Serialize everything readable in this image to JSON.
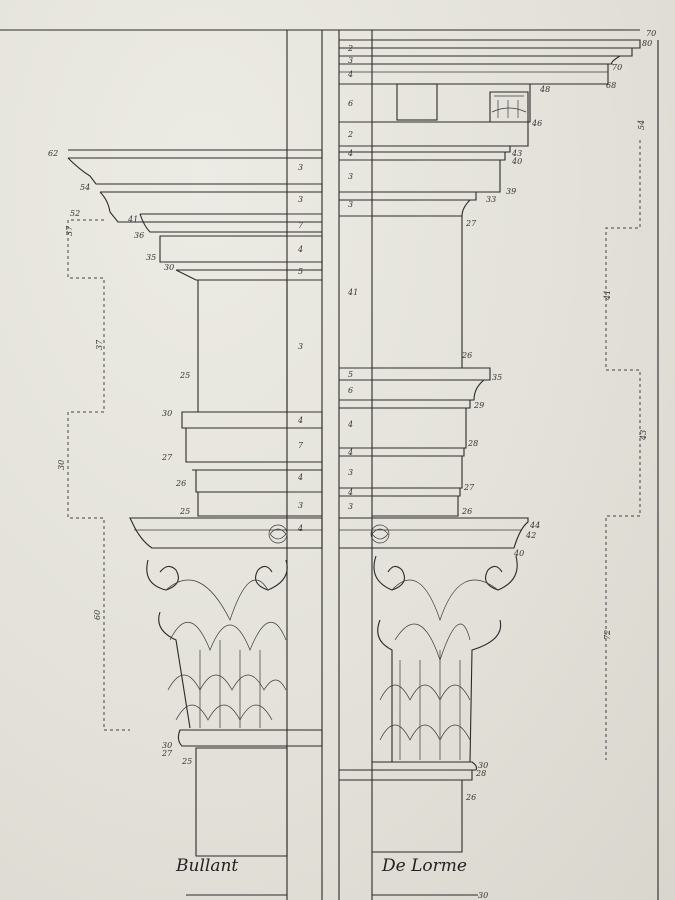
{
  "caption_left": "Bullant",
  "caption_right": "De Lorme",
  "colors": {
    "paper": "#e4e2da",
    "ink": "#2a2a2a"
  },
  "left_order": {
    "cornice_numbers": [
      {
        "id": "l-62",
        "text": "62"
      },
      {
        "id": "l-54",
        "text": "54"
      },
      {
        "id": "l-52",
        "text": "52"
      },
      {
        "id": "l-41",
        "text": "41"
      },
      {
        "id": "l-36",
        "text": "36"
      },
      {
        "id": "l-35",
        "text": "35"
      },
      {
        "id": "l-30a",
        "text": "30"
      },
      {
        "id": "l-25a",
        "text": "25"
      },
      {
        "id": "l-30b",
        "text": "30"
      },
      {
        "id": "l-27",
        "text": "27"
      },
      {
        "id": "l-26",
        "text": "26"
      },
      {
        "id": "l-25b",
        "text": "25"
      },
      {
        "id": "l-30c",
        "text": "30"
      },
      {
        "id": "l-27b",
        "text": "27"
      },
      {
        "id": "l-25c",
        "text": "25"
      }
    ],
    "height_marks": [
      {
        "id": "lh-37a",
        "text": "37"
      },
      {
        "id": "lh-37b",
        "text": "37"
      },
      {
        "id": "lh-30",
        "text": "30"
      },
      {
        "id": "lh-60",
        "text": "60"
      }
    ]
  },
  "right_order": {
    "numbers": [
      {
        "id": "r-70",
        "text": "70"
      },
      {
        "id": "r-80",
        "text": "80"
      },
      {
        "id": "r-70b",
        "text": "70"
      },
      {
        "id": "r-68",
        "text": "68"
      },
      {
        "id": "r-48",
        "text": "48"
      },
      {
        "id": "r-46",
        "text": "46"
      },
      {
        "id": "r-43",
        "text": "43"
      },
      {
        "id": "r-40",
        "text": "40"
      },
      {
        "id": "r-39",
        "text": "39"
      },
      {
        "id": "r-33",
        "text": "33"
      },
      {
        "id": "r-27",
        "text": "27"
      },
      {
        "id": "r-26",
        "text": "26"
      },
      {
        "id": "r-35",
        "text": "35"
      },
      {
        "id": "r-29",
        "text": "29"
      },
      {
        "id": "r-28",
        "text": "28"
      },
      {
        "id": "r-27b",
        "text": "27"
      },
      {
        "id": "r-26b",
        "text": "26"
      },
      {
        "id": "r-44",
        "text": "44"
      },
      {
        "id": "r-42",
        "text": "42"
      },
      {
        "id": "r-40b",
        "text": "40"
      },
      {
        "id": "r-30",
        "text": "30"
      },
      {
        "id": "r-28b",
        "text": "28"
      },
      {
        "id": "r-26c",
        "text": "26"
      },
      {
        "id": "r-30d",
        "text": "30"
      }
    ],
    "height_marks": [
      {
        "id": "rh-54",
        "text": "54"
      },
      {
        "id": "rh-41",
        "text": "41"
      },
      {
        "id": "rh-43",
        "text": "43"
      },
      {
        "id": "rh-72",
        "text": "72"
      }
    ]
  },
  "central_scale": {
    "left_marks": [
      "3",
      "3",
      "7",
      "4",
      "5",
      "3",
      "4",
      "7",
      "4",
      "3",
      "4"
    ],
    "right_marks": [
      "2",
      "3",
      "4",
      "6",
      "2",
      "4",
      "3",
      "3",
      "41",
      "5",
      "6",
      "4",
      "4",
      "3",
      "4",
      "3"
    ]
  }
}
